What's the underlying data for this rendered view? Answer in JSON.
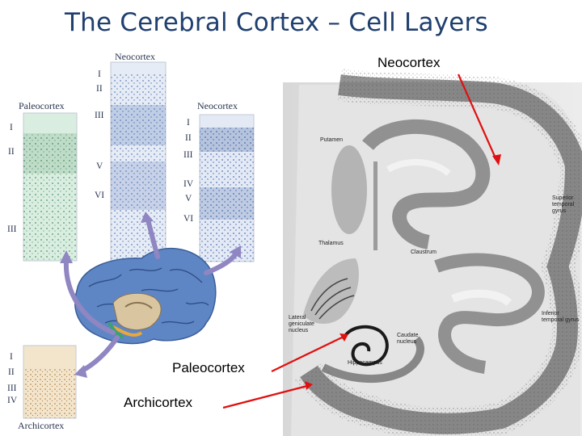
{
  "title": "The Cerebral Cortex – Cell Layers",
  "panels": {
    "neocortex_top": {
      "label": "Neocortex",
      "layers": [
        "I",
        "II",
        "III",
        "V",
        "VI"
      ]
    },
    "paleocortex": {
      "label": "Paleocortex",
      "layers": [
        "I",
        "II",
        "III"
      ]
    },
    "neocortex_right": {
      "label": "Neocortex",
      "layers": [
        "I",
        "II",
        "III",
        "IV",
        "V",
        "VI"
      ]
    },
    "archicortex": {
      "label": "Archicortex",
      "layers": [
        "I",
        "II",
        "III",
        "IV"
      ]
    }
  },
  "callouts": {
    "neocortex": "Neocortex",
    "paleocortex": "Paleocortex",
    "archicortex": "Archicortex"
  },
  "slice_labels": {
    "putamen": "Putamen",
    "thalamus": "Thalamus",
    "claustrum": "Claustrum",
    "superior_temporal_gyrus": "Superior temporal gyrus",
    "lateral_geniculate_nucleus": "Lateral geniculate nucleus",
    "inferior_temporal_gyrus": "Inferior temporal gyrus",
    "caudate_nucleus": "Caudate nucleus",
    "hippocampus": "Hippocampus"
  },
  "colors": {
    "title": "#1f3f6e",
    "arrow": "#e01010",
    "neocortex": "#8ea7d6",
    "paleocortex": "#b7dcc4",
    "archicortex": "#e8cfa4",
    "brain": "#5f86c4"
  }
}
